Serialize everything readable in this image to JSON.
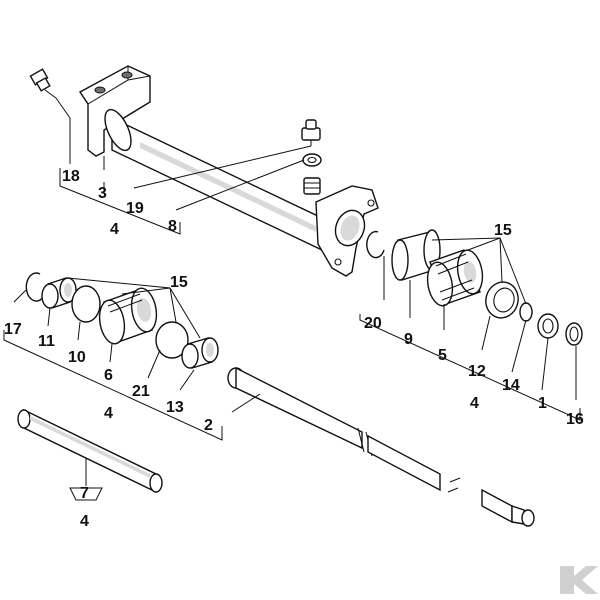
{
  "diagram": {
    "labels": {
      "l18": "18",
      "l3": "3",
      "l19": "19",
      "l8": "8",
      "l4a": "4",
      "l15a": "15",
      "l20": "20",
      "l9": "9",
      "l5": "5",
      "l12": "12",
      "l14": "14",
      "l1": "1",
      "l16": "16",
      "l4b": "4",
      "l15b": "15",
      "l17": "17",
      "l11": "11",
      "l10": "10",
      "l6": "6",
      "l21": "21",
      "l13": "13",
      "l4c": "4",
      "l2": "2",
      "l7": "7",
      "l4d": "4"
    },
    "colors": {
      "ink": "#111111",
      "logo": "#d0d0d0",
      "background": "#ffffff"
    },
    "logo_icon": "kramp-k-logo-icon"
  }
}
